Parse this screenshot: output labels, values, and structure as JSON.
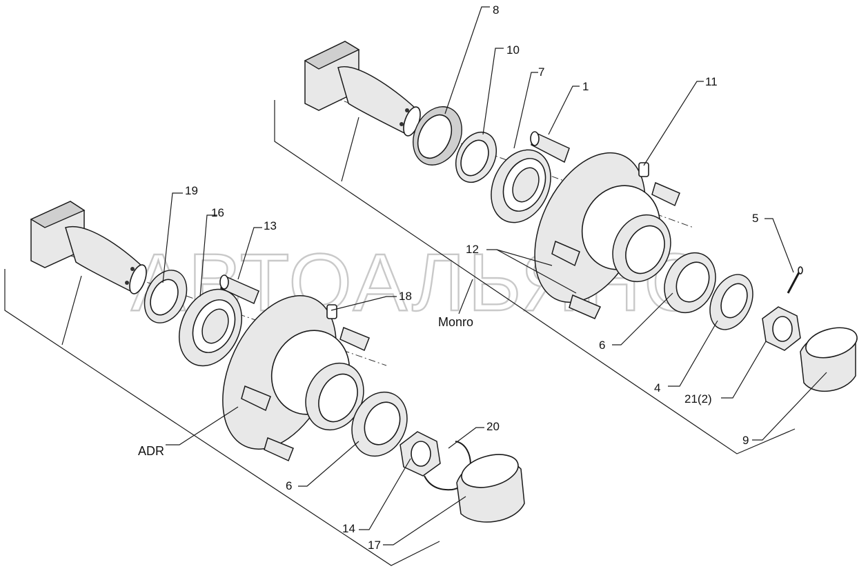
{
  "watermark": "АВТОАЛЬЯНС",
  "assemblies": {
    "left": {
      "label": "ADR"
    },
    "right": {
      "label": "Monro"
    }
  },
  "callouts": {
    "c1": "1",
    "c4": "4",
    "c5": "5",
    "c6a": "6",
    "c6b": "6",
    "c7": "7",
    "c8": "8",
    "c9": "9",
    "c10": "10",
    "c11": "11",
    "c12": "12",
    "c13": "13",
    "c14": "14",
    "c16": "16",
    "c17": "17",
    "c18": "18",
    "c19": "19",
    "c20": "20",
    "c21": "21(2)"
  }
}
